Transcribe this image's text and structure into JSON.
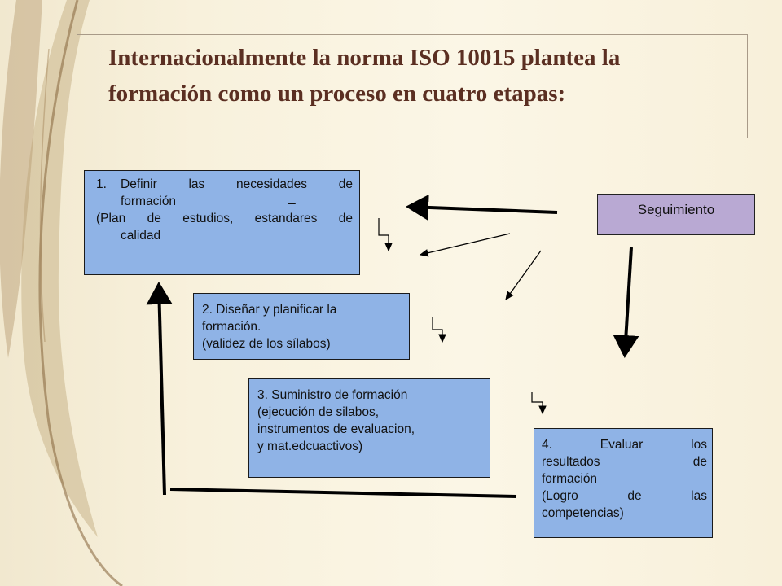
{
  "title": {
    "line1": "Internacionalmente la norma ISO  10015 plantea la",
    "line2": "formación como un proceso en cuatro etapas:"
  },
  "boxes": {
    "b1": {
      "num": "1.",
      "line1": "Definir las necesidades de",
      "line2": "formación",
      "mark": "_",
      "line3": "(Plan de estudios, estandares de",
      "line4": "calidad"
    },
    "b2": {
      "line1": "2. Diseñar y planificar la",
      "line2": "formación.",
      "line3": "(validez de los sílabos)"
    },
    "b3": {
      "line1": "3. Suministro de formación",
      "line2": "(ejecución de silabos,",
      "line3": "instrumentos de evaluacion,",
      "line4": "y mat.edcuactivos)"
    },
    "b4": {
      "line1": "4. Evaluar los",
      "line2": "resultados de",
      "line3": "formación",
      "line4": "(Logro de las",
      "line5": "competencias)"
    },
    "seguimiento": "Seguimiento"
  },
  "colors": {
    "box_fill": "#8fb3e6",
    "seguimiento_fill": "#b9a9d3",
    "title_text": "#5b2f22",
    "background": "#f8f1dc"
  }
}
